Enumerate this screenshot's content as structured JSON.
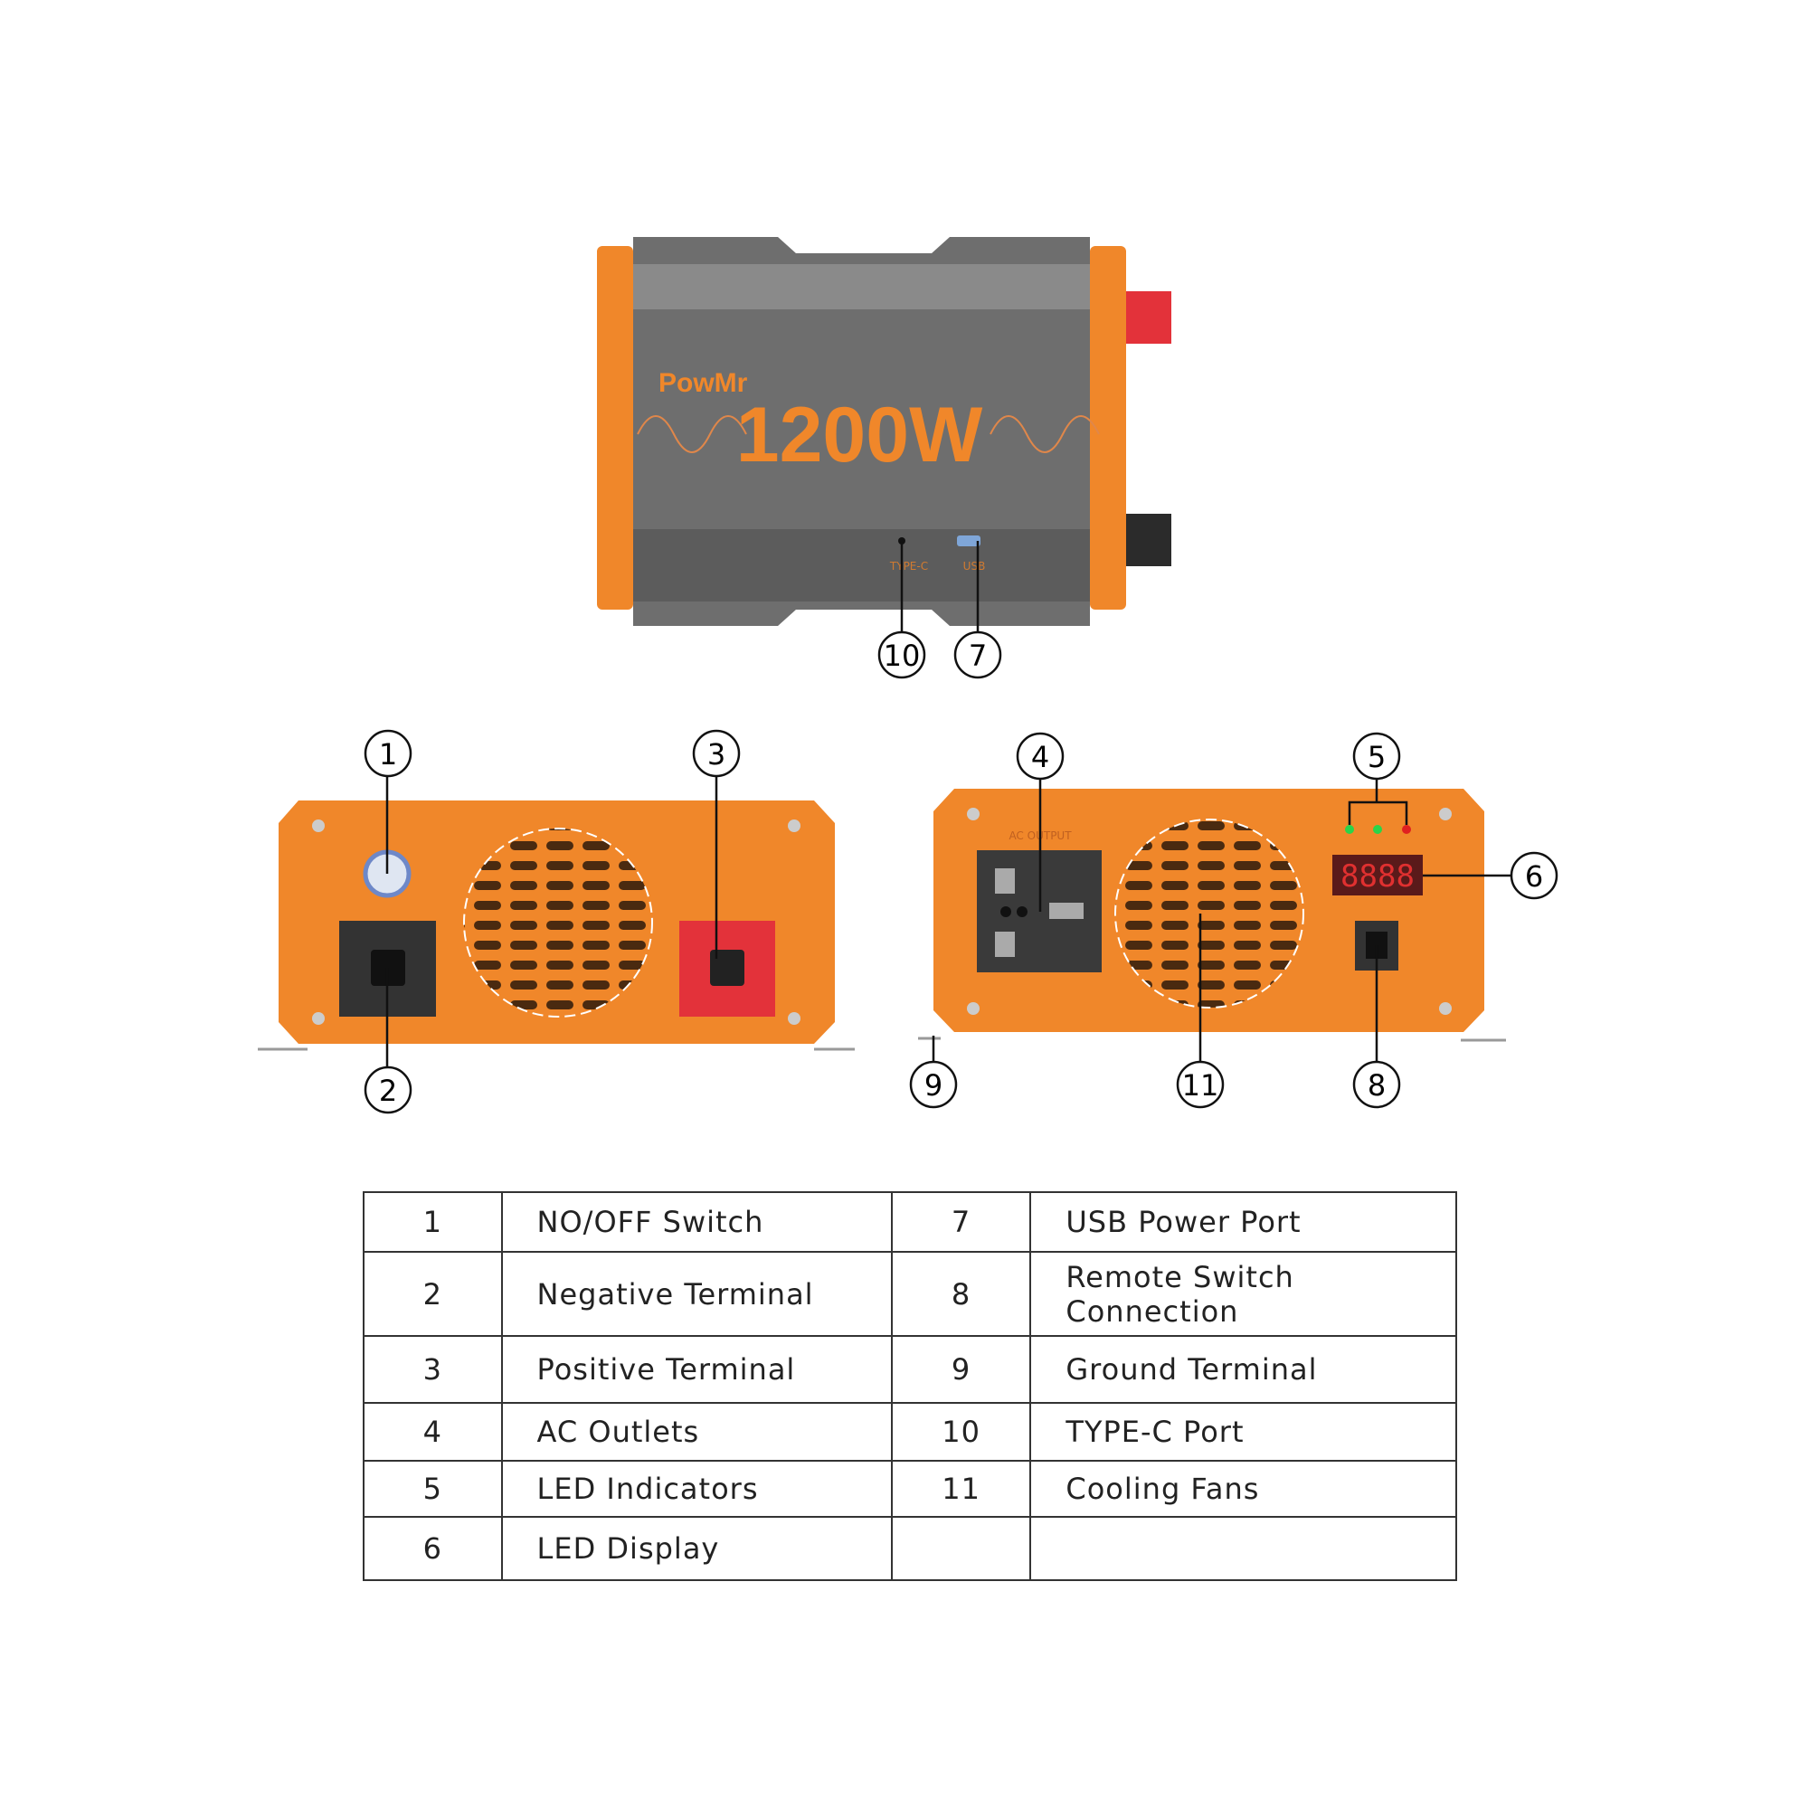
{
  "device_top": {
    "brand": "PowMr",
    "power": "1200W",
    "ports": [
      "TYPE-C",
      "USB"
    ]
  },
  "device_front": {
    "ac_label": "AC OUTPUT"
  },
  "colors": {
    "body_orange": "#f0872a",
    "top_grey": "#737373",
    "positive_red": "#e3323a",
    "negative_black": "#333333"
  },
  "callouts": [
    "1",
    "2",
    "3",
    "4",
    "5",
    "6",
    "7",
    "8",
    "9",
    "10",
    "11"
  ],
  "table": {
    "rows": [
      {
        "n1": "1",
        "l1": "NO/OFF Switch",
        "n2": "7",
        "l2": "USB Power Port"
      },
      {
        "n1": "2",
        "l1": "Negative Terminal",
        "n2": "8",
        "l2": "Remote Switch Connection"
      },
      {
        "n1": "3",
        "l1": "Positive Terminal",
        "n2": "9",
        "l2": "Ground Terminal"
      },
      {
        "n1": "4",
        "l1": "AC Outlets",
        "n2": "10",
        "l2": "TYPE-C Port"
      },
      {
        "n1": "5",
        "l1": "LED Indicators",
        "n2": "11",
        "l2": "Cooling Fans"
      },
      {
        "n1": "6",
        "l1": "LED Display",
        "n2": "",
        "l2": ""
      }
    ]
  }
}
